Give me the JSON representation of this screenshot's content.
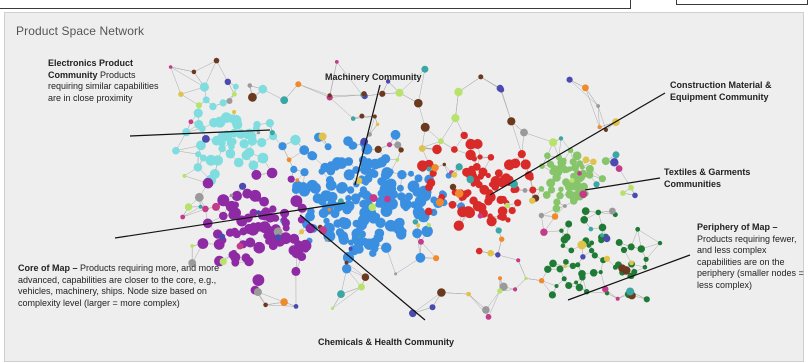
{
  "title": "Product Space Network",
  "labels": {
    "electronics": {
      "head": "Electronics Product Community",
      "body": "Products requiring similar capabilities are in close proximity"
    },
    "machinery": "Machinery Community",
    "construction": "Construction Material & Equipment Community",
    "textiles": "Textiles & Garments Communities",
    "periphery": {
      "head": "Periphery of Map –",
      "body": "Products requiring fewer, and less complex capabilities are on the periphery (smaller nodes = less complex)"
    },
    "core": {
      "head": "Core of Map –",
      "body": "Products requiring more, and more advanced, capabilities are closer to the core, e.g., vehicles, machinery, ships. Node size based on complexity level (larger = more complex)"
    },
    "chemicals": "Chemicals & Health Community"
  },
  "colors": {
    "electronics": "#7fdde0",
    "machinery": "#3b8fe0",
    "chemicals": "#8e2aa3",
    "construction": "#d92a2a",
    "textiles": "#86c56a",
    "periphery": "#1f7a35",
    "edges": "#a9a9a9"
  }
}
